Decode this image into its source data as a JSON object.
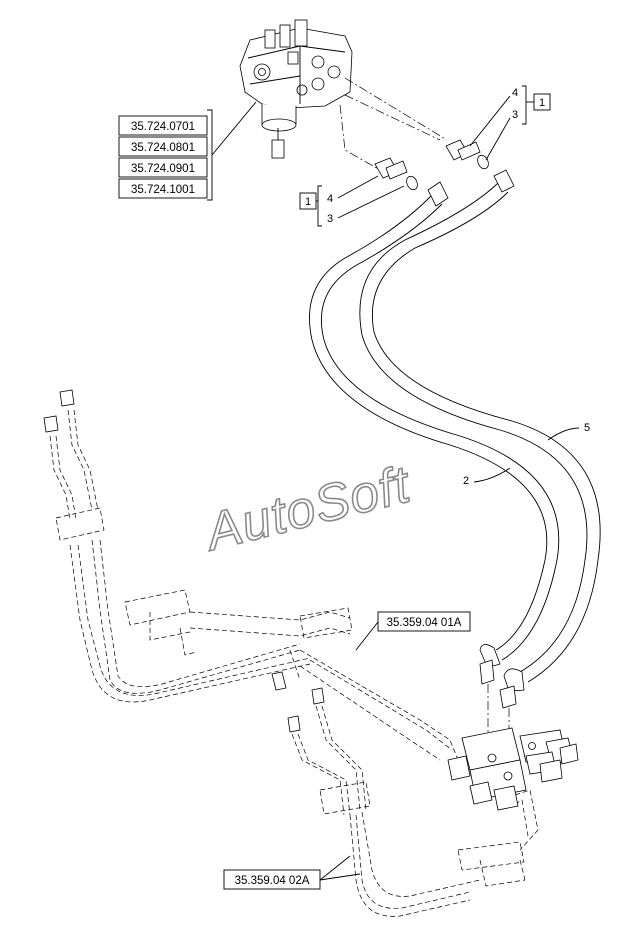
{
  "watermark": "AutoSoft",
  "reference_list_valve": [
    "35.724.0701",
    "35.724.0801",
    "35.724.0901",
    "35.724.1001"
  ],
  "reference_left_lower": "35.359.04 01A",
  "reference_bottom": "35.359.04 02A",
  "callouts": {
    "kit_left": "1",
    "kit_right": "1",
    "left_4": "4",
    "left_3": "3",
    "right_4": "4",
    "right_3": "3",
    "hose_2": "2",
    "hose_5": "5"
  }
}
